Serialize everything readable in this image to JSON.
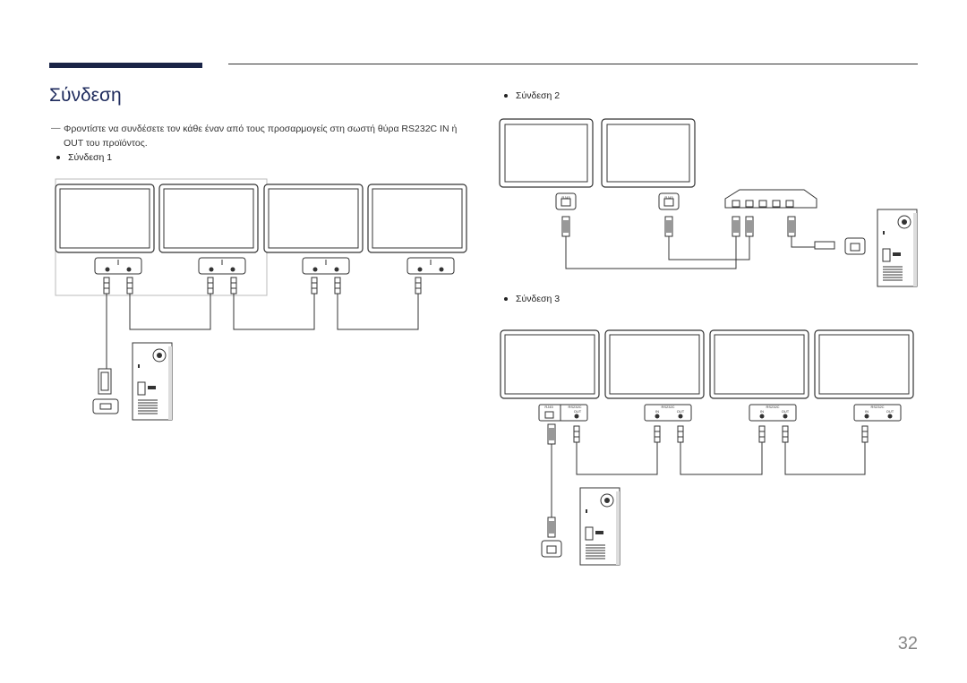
{
  "header": {
    "title": "Σύνδεση"
  },
  "note": {
    "dash": "―",
    "text": "Φροντίστε να συνδέσετε τον κάθε έναν από τους προσαρμογείς στη σωστή θύρα RS232C IN ή OUT του προϊόντος."
  },
  "connections": [
    {
      "label": "Σύνδεση 1"
    },
    {
      "label": "Σύνδεση 2"
    },
    {
      "label": "Σύνδεση 3"
    }
  ],
  "port_labels": {
    "rj45": "RJ45",
    "rs232c": "RS232C",
    "in": "IN",
    "out": "OUT"
  },
  "page_number": "32"
}
